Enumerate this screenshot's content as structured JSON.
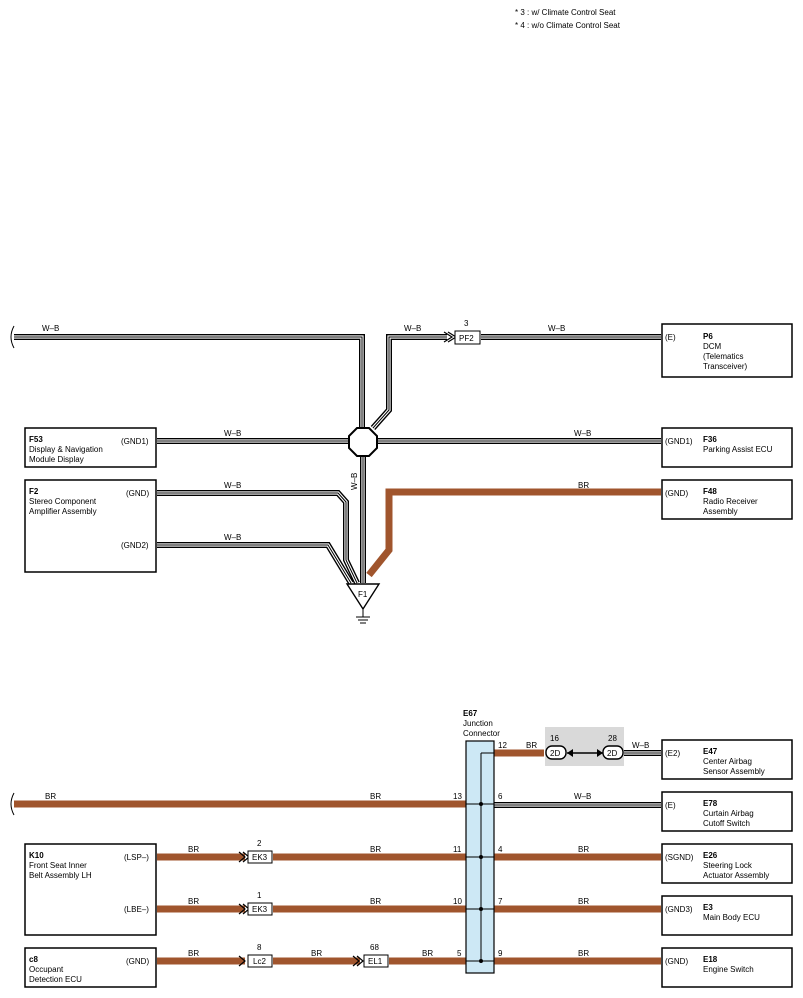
{
  "notes": [
    "* 3 : w/ Climate Control Seat",
    "* 4 : w/o Climate Control Seat"
  ],
  "components": {
    "p6": {
      "code": "P6",
      "pin": "(E)",
      "name": [
        "DCM",
        "(Telematics",
        " Transceiver)"
      ]
    },
    "f53": {
      "code": "F53",
      "pin": "(GND1)",
      "name": [
        "Display & Navigation",
        "Module Display"
      ]
    },
    "f36": {
      "code": "F36",
      "pin": "(GND1)",
      "name": [
        "Parking Assist ECU"
      ]
    },
    "f2": {
      "code": "F2",
      "pins": [
        "(GND)",
        "(GND2)"
      ],
      "name": [
        "Stereo Component",
        "Amplifier Assembly"
      ]
    },
    "f48": {
      "code": "F48",
      "pin": "(GND)",
      "name": [
        "Radio Receiver",
        "Assembly"
      ]
    },
    "e67": {
      "code": "E67",
      "name": [
        "Junction",
        "Connector"
      ],
      "pins": [
        "12",
        "13",
        "6",
        "11",
        "4",
        "10",
        "7",
        "5",
        "9"
      ]
    },
    "e47": {
      "code": "E47",
      "pin": "(E2)",
      "name": [
        "Center Airbag",
        "Sensor Assembly"
      ]
    },
    "e78": {
      "code": "E78",
      "pin": "(E)",
      "name": [
        "Curtain Airbag",
        "Cutoff Switch"
      ]
    },
    "k10": {
      "code": "K10",
      "pins": [
        "(LSP–)",
        "(LBE–)"
      ],
      "name": [
        "Front Seat Inner",
        "Belt Assembly LH"
      ]
    },
    "e26": {
      "code": "E26",
      "pin": "(SGND)",
      "name": [
        "Steering Lock",
        "Actuator Assembly"
      ]
    },
    "e3": {
      "code": "E3",
      "pin": "(GND3)",
      "name": [
        "Main Body ECU"
      ]
    },
    "c8": {
      "code": "c8",
      "pin": "(GND)",
      "name": [
        "Occupant",
        "Detection ECU"
      ]
    },
    "e18": {
      "code": "E18",
      "pin": "(GND)",
      "name": [
        "Engine Switch"
      ]
    }
  },
  "connectors": {
    "pf2": {
      "label": "PF2",
      "pin": "3"
    },
    "ek3a": {
      "label": "EK3",
      "pin": "2"
    },
    "ek3b": {
      "label": "EK3",
      "pin": "1"
    },
    "lc2": {
      "label": "Lc2",
      "pin": "8"
    },
    "el1": {
      "label": "EL1",
      "pin": "68"
    },
    "d2left": {
      "label": "2D",
      "pin": "16"
    },
    "d2right": {
      "label": "2D",
      "pin": "28"
    }
  },
  "ground": {
    "label": "F1"
  },
  "wire_colors": {
    "wb": "W–B",
    "br": "BR"
  },
  "colors": {
    "br_wire": "#a0552d",
    "junction_fill": "#cde8f5",
    "highlight_bg": "#d9d9d9"
  }
}
